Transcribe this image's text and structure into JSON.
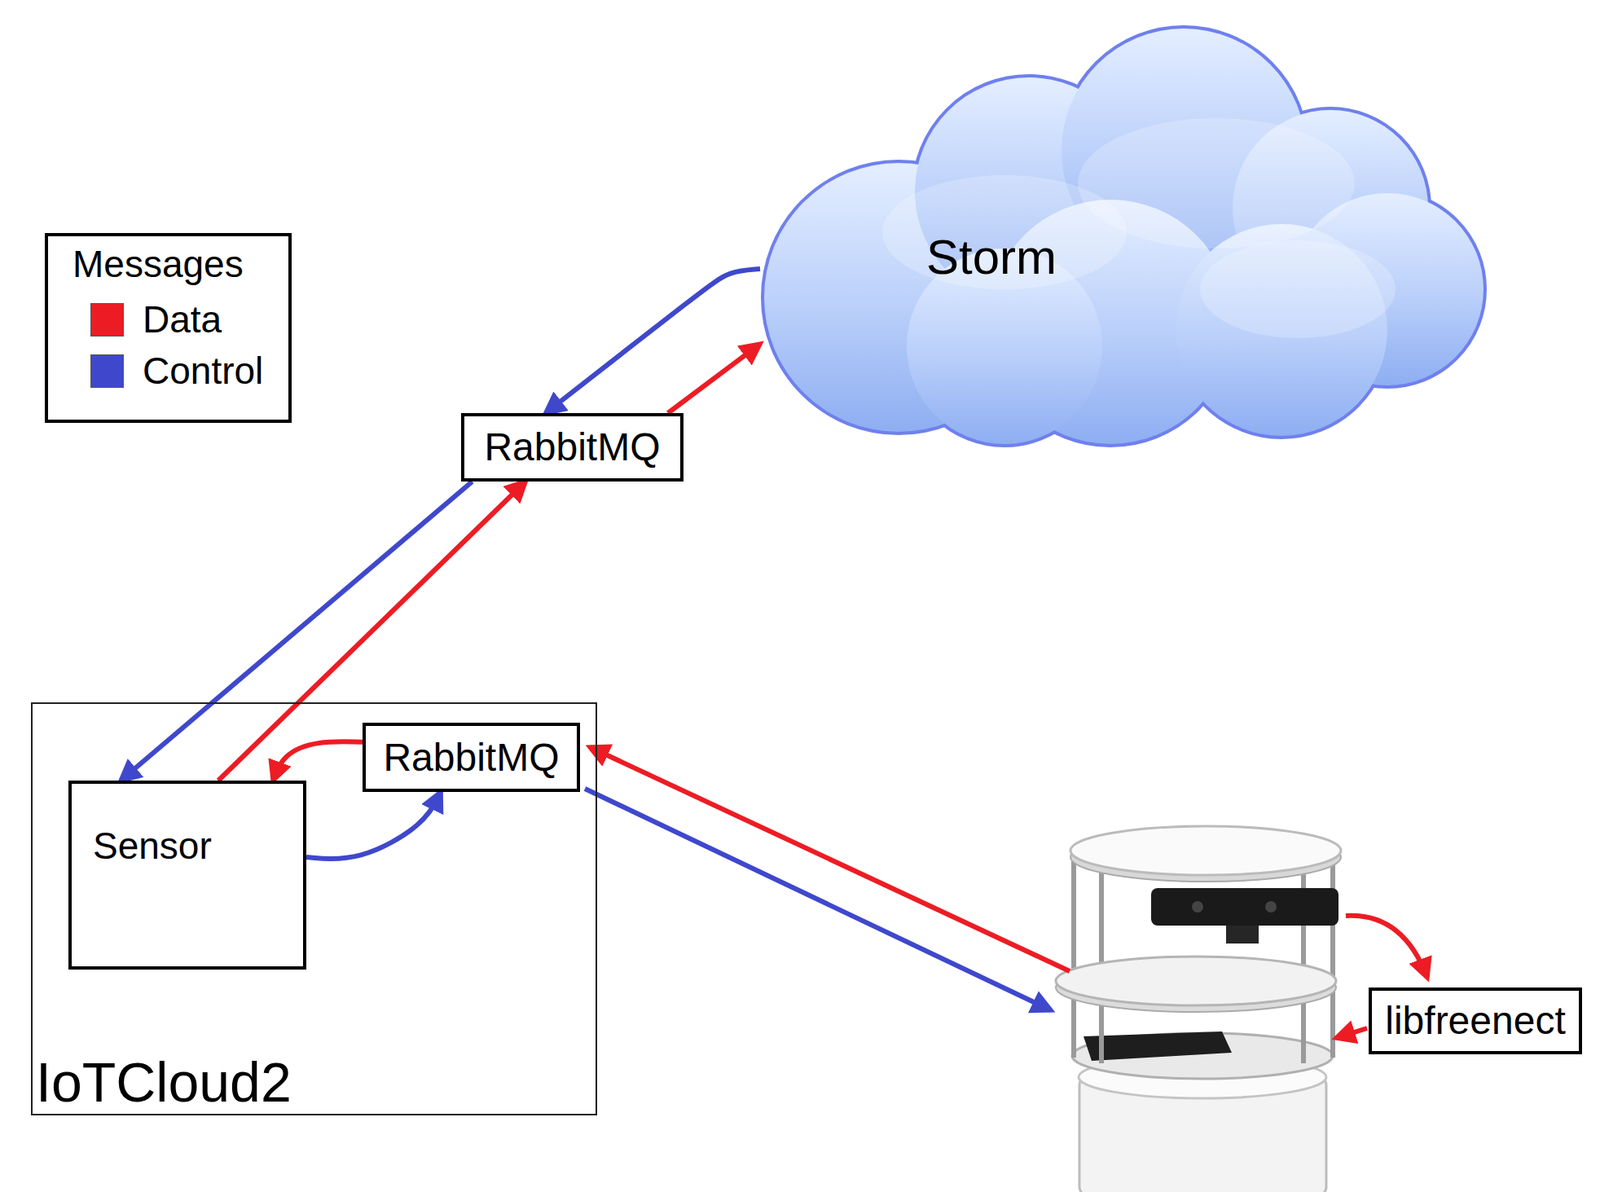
{
  "diagram": {
    "nodes": [
      {
        "text": [
          "Storm"
        ]
      },
      {
        "text": [
          "RabbitMQ"
        ]
      },
      {
        "text": [
          "IoTCloud2"
        ]
      },
      {
        "text": [
          "Sensor"
        ],
        "in": 2
      },
      {
        "text": [
          "RabbitMQ"
        ],
        "in": 2
      },
      {
        "text": [
          "libfreenect"
        ]
      }
    ],
    "edges": [
      {
        "from": 0,
        "to": 1,
        "arrow": "to"
      },
      {
        "from": 1,
        "to": 0,
        "arrow": "to"
      },
      {
        "from": 1,
        "to": 3,
        "arrow": "to"
      },
      {
        "from": 3,
        "to": 1,
        "arrow": "to"
      },
      {
        "from": 4,
        "to": 3,
        "arrow": "to"
      },
      {
        "from": 3,
        "to": 4,
        "arrow": "to"
      }
    ],
    "labels": [
      "Messages"
    ],
    "legend": [
      {
        "text": "Data",
        "color": "#ed1c24"
      },
      {
        "text": "Control",
        "color": "#3f48cc"
      }
    ]
  }
}
